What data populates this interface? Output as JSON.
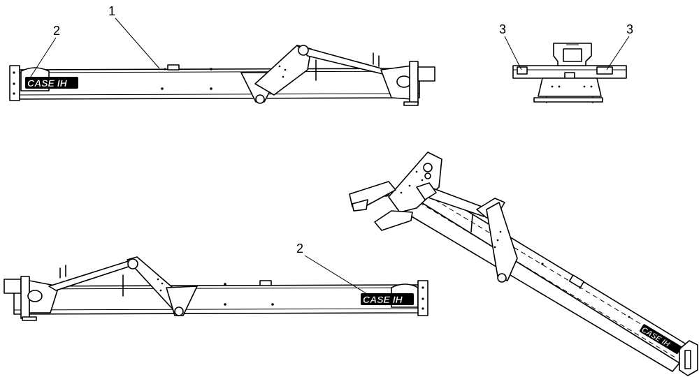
{
  "callouts": {
    "c1": "1",
    "c2_top": "2",
    "c2_bottom": "2",
    "c3_left": "3",
    "c3_right": "3"
  },
  "logos": {
    "brand": "CASE IH"
  }
}
